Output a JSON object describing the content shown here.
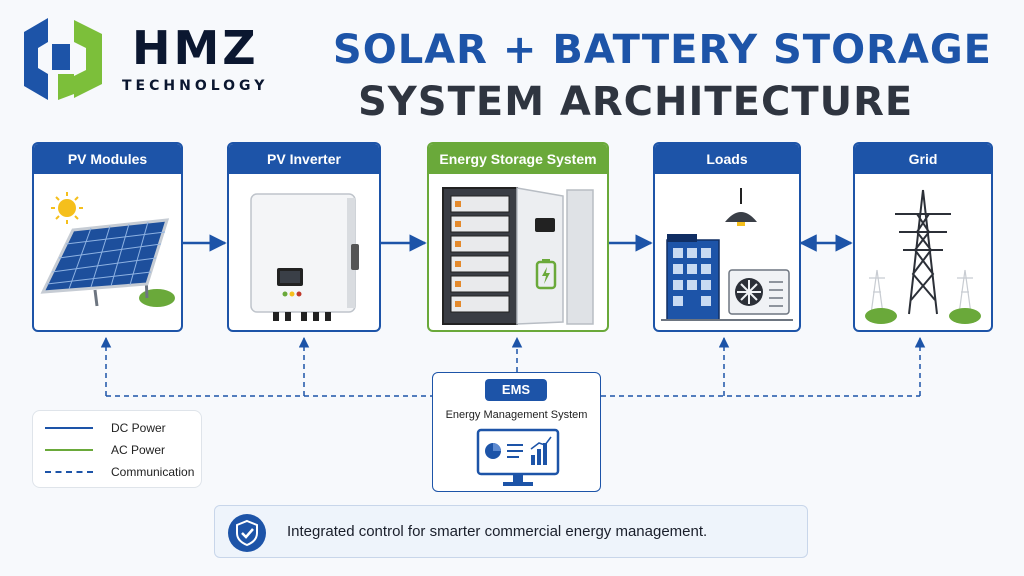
{
  "brand": {
    "name": "HMZ",
    "subtitle": "TECHNOLOGY"
  },
  "title": {
    "line1": "SOLAR + BATTERY STORAGE",
    "line2": "SYSTEM ARCHITECTURE"
  },
  "components": [
    {
      "label": "PV Modules",
      "icon": "solar-panel-icon"
    },
    {
      "label": "PV Inverter",
      "icon": "inverter-icon"
    },
    {
      "label": "Energy Storage System",
      "icon": "battery-cabinet-icon"
    },
    {
      "label": "Loads",
      "icon": "building-icon"
    },
    {
      "label": "Grid",
      "icon": "transmission-tower-icon"
    }
  ],
  "ems": {
    "label": "EMS",
    "description": "Energy Management System",
    "icon": "monitor-dashboard-icon"
  },
  "legend": [
    {
      "label": "DC Power",
      "color": "#1d54a8",
      "style": "solid"
    },
    {
      "label": "AC Power",
      "color": "#6aa93a",
      "style": "solid"
    },
    {
      "label": "Communication",
      "color": "#1d54a8",
      "style": "dashed"
    }
  ],
  "banner": {
    "text": "Integrated control for smarter commercial energy management.",
    "icon": "shield-check-icon"
  },
  "colors": {
    "primary": "#1d54a8",
    "accent": "#6aa93a",
    "dark": "#0b1730"
  }
}
